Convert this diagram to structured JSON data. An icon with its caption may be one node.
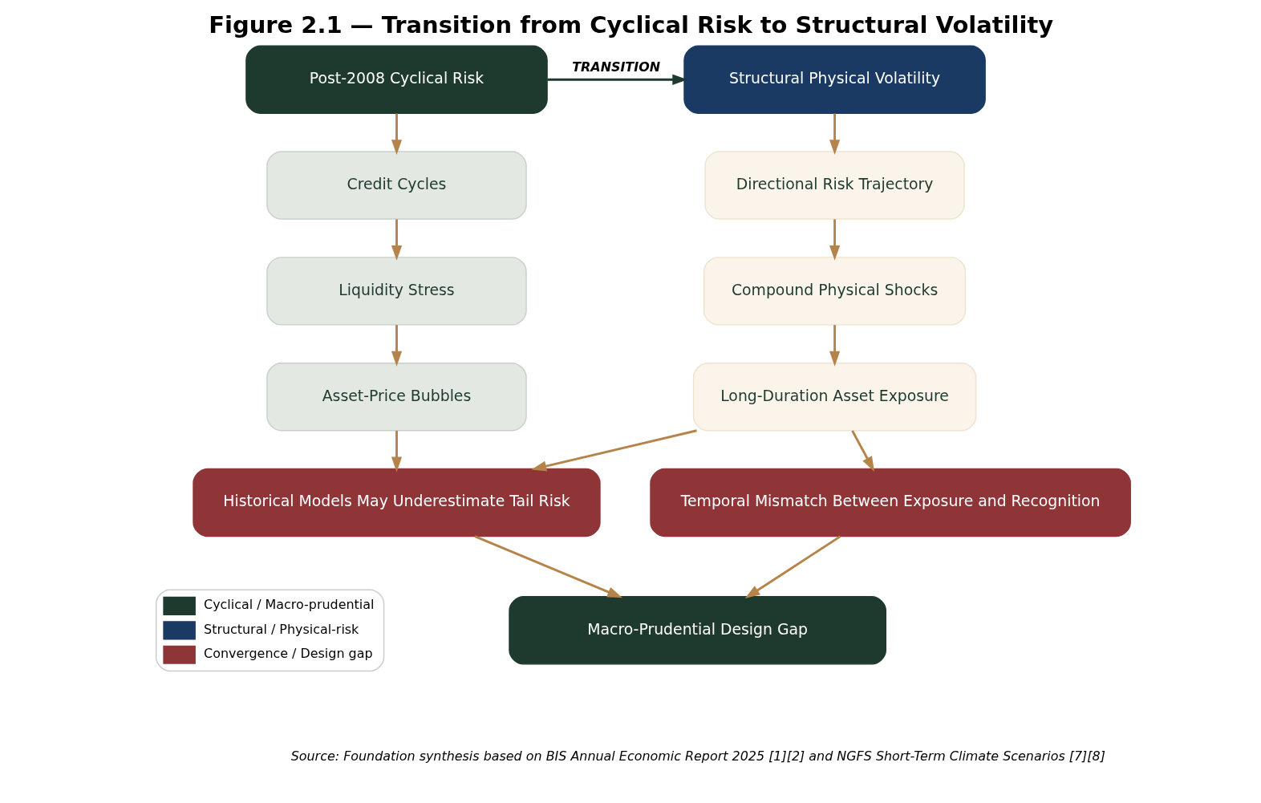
{
  "diagram": {
    "title": "Figure 2.1 — Transition from Cyclical Risk to Structural Volatility",
    "caption": "Source: Foundation synthesis based on BIS Annual Economic Report 2025 [1][2] and NGFS Short-Term Climate Scenarios [7][8]",
    "nodes": [
      {
        "text": [
          "Post-2008 Cyclical Risk"
        ]
      },
      {
        "text": [
          "Structural Physical Volatility"
        ]
      },
      {
        "text": [
          "Credit Cycles"
        ]
      },
      {
        "text": [
          "Liquidity Stress"
        ]
      },
      {
        "text": [
          "Asset-Price Bubbles"
        ]
      },
      {
        "text": [
          "Directional Risk Trajectory"
        ]
      },
      {
        "text": [
          "Compound Physical Shocks"
        ]
      },
      {
        "text": [
          "Long-Duration Asset Exposure"
        ]
      },
      {
        "text": [
          "Historical Models May Underestimate Tail Risk"
        ]
      },
      {
        "text": [
          "Temporal Mismatch Between Exposure and Recognition"
        ]
      },
      {
        "text": [
          "Macro-Prudential Design Gap"
        ]
      }
    ],
    "edges": [
      {
        "from": 0,
        "to": 1,
        "arrow": "to",
        "label": "TRANSITION",
        "color": "#1e3a2f"
      },
      {
        "from": 0,
        "to": 2,
        "arrow": "to"
      },
      {
        "from": 2,
        "to": 3,
        "arrow": "to"
      },
      {
        "from": 3,
        "to": 4,
        "arrow": "to"
      },
      {
        "from": 1,
        "to": 5,
        "arrow": "to"
      },
      {
        "from": 5,
        "to": 6,
        "arrow": "to"
      },
      {
        "from": 6,
        "to": 7,
        "arrow": "to"
      },
      {
        "from": 4,
        "to": 8,
        "arrow": "to"
      },
      {
        "from": 7,
        "to": 8,
        "arrow": "to"
      },
      {
        "from": 7,
        "to": 9,
        "arrow": "to"
      },
      {
        "from": 8,
        "to": 10,
        "arrow": "to"
      },
      {
        "from": 9,
        "to": 10,
        "arrow": "to"
      }
    ],
    "legend": [
      {
        "text": "Cyclical / Macro-prudential",
        "color": "#1e3a2f"
      },
      {
        "text": "Structural / Physical-risk",
        "color": "#1b3a63"
      },
      {
        "text": "Convergence / Design gap",
        "color": "#8f3538"
      }
    ]
  }
}
